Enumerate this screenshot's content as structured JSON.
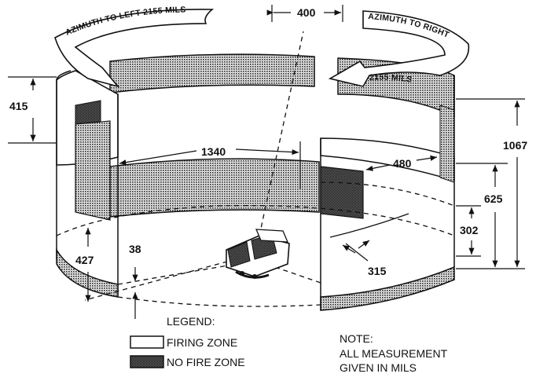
{
  "diagram": {
    "azimuth_left": "AZIMUTH TO LEFT 2155 MILS",
    "azimuth_right": "AZIMUTH TO RIGHT",
    "azimuth_right_value": "2155 MILS",
    "measurements": {
      "top_width": "400",
      "left_height": "415",
      "inner_width": "1340",
      "depth": "480",
      "total_height": "1067",
      "mid_height": "625",
      "low_height": "302",
      "left_low": "427",
      "left_gap": "38",
      "bottom_depth": "315"
    },
    "legend": {
      "title": "LEGEND:",
      "firing_zone": "FIRING ZONE",
      "no_fire_zone": "NO FIRE ZONE"
    },
    "note": {
      "line1": "NOTE:",
      "line2": "ALL MEASUREMENT",
      "line3": "GIVEN IN  MILS"
    }
  },
  "colors": {
    "ink": "#111111",
    "background": "#ffffff",
    "no_fire_fill": "stipple"
  }
}
